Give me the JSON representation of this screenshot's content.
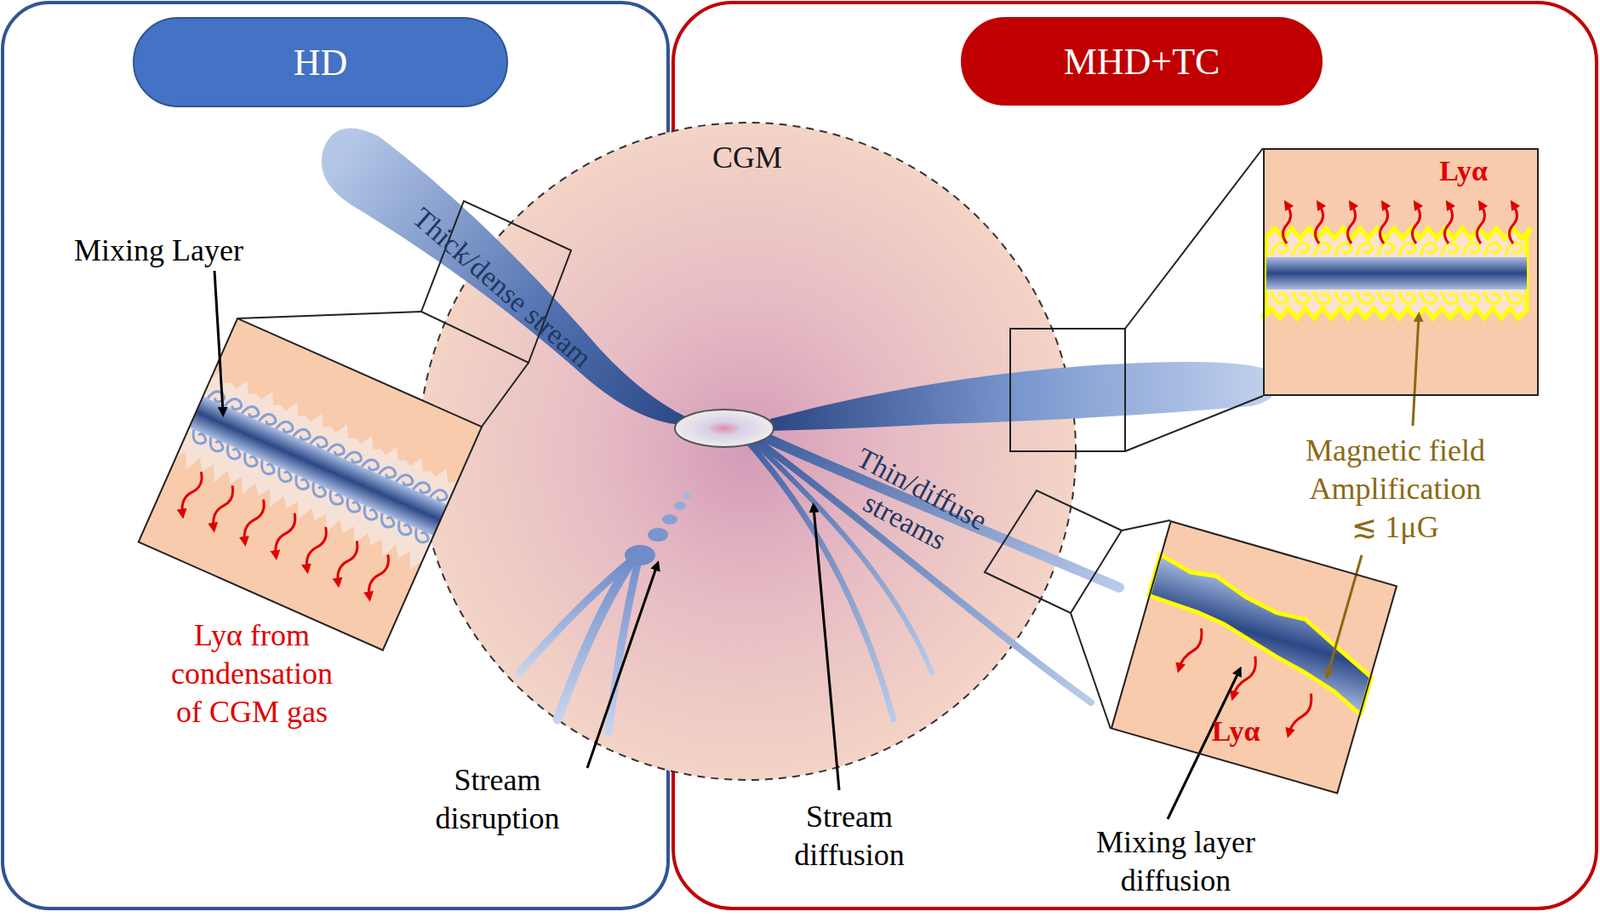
{
  "diagram": {
    "nodes": [
      {
        "text": [
          "HD"
        ]
      },
      {
        "text": [
          "MHD+TC"
        ]
      },
      {
        "text": [
          "CGM"
        ]
      },
      {
        "text": [
          "Lyα"
        ]
      },
      {
        "text": [
          "Lyα"
        ]
      }
    ],
    "labels": [
      "Mixing Layer",
      "Thick/dense stream",
      "Thin/diffuse streams",
      "Magnetic field Amplification ≲ 1μG",
      "Lyα from condensation of CGM gas",
      "Stream disruption",
      "Stream diffusion",
      "Mixing layer diffusion"
    ]
  }
}
